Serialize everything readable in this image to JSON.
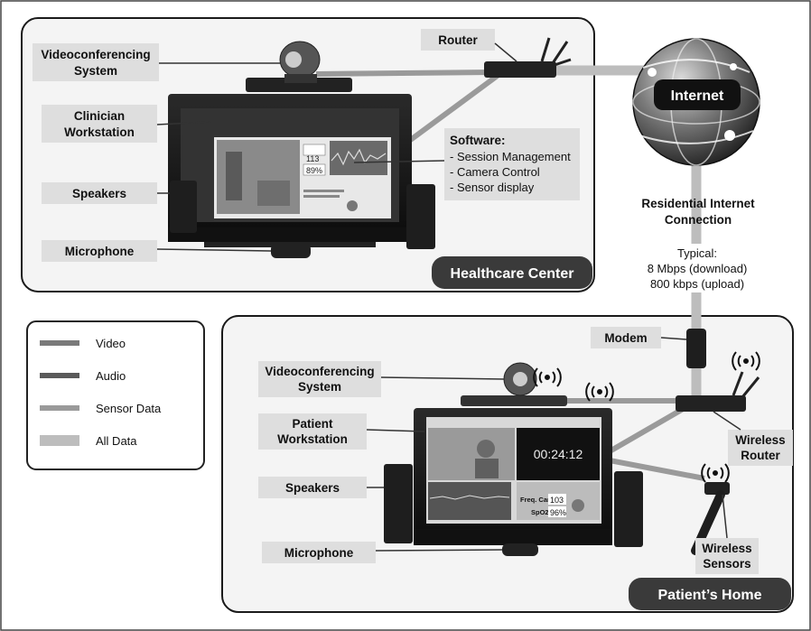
{
  "healthcare": {
    "title": "Healthcare Center",
    "labels": {
      "vc_line1": "Videoconferencing",
      "vc_line2": "System",
      "router": "Router",
      "ws_line1": "Clinician",
      "ws_line2": "Workstation",
      "speakers": "Speakers",
      "microphone": "Microphone"
    },
    "software": {
      "title": "Software:",
      "items": [
        "- Session Management",
        "- Camera Control",
        "- Sensor display"
      ]
    },
    "screen": {
      "value1": "113",
      "value2": "89%"
    }
  },
  "internet": {
    "label": "Internet",
    "connection_line1": "Residential Internet",
    "connection_line2": "Connection",
    "typical": "Typical:",
    "download": "8 Mbps (download)",
    "upload": "800 kbps (upload)"
  },
  "legend": {
    "items": [
      {
        "label": "Video",
        "color": "#7a7a7a"
      },
      {
        "label": "Audio",
        "color": "#5a5a5a"
      },
      {
        "label": "Sensor Data",
        "color": "#9a9a9a"
      },
      {
        "label": "All Data",
        "color": "#bdbdbd"
      }
    ]
  },
  "home": {
    "title": "Patient’s Home",
    "labels": {
      "modem": "Modem",
      "vc_line1": "Videoconferencing",
      "vc_line2": "System",
      "ws_line1": "Patient",
      "ws_line2": "Workstation",
      "speakers": "Speakers",
      "microphone": "Microphone",
      "wrouter_line1": "Wireless",
      "wrouter_line2": "Router",
      "wsensor_line1": "Wireless",
      "wsensor_line2": "Sensors"
    },
    "screen": {
      "timer": "00:24:12",
      "freq_label": "Freq. Car.",
      "freq_value": "103",
      "spo2_label": "SpO2",
      "spo2_value": "96%"
    }
  }
}
